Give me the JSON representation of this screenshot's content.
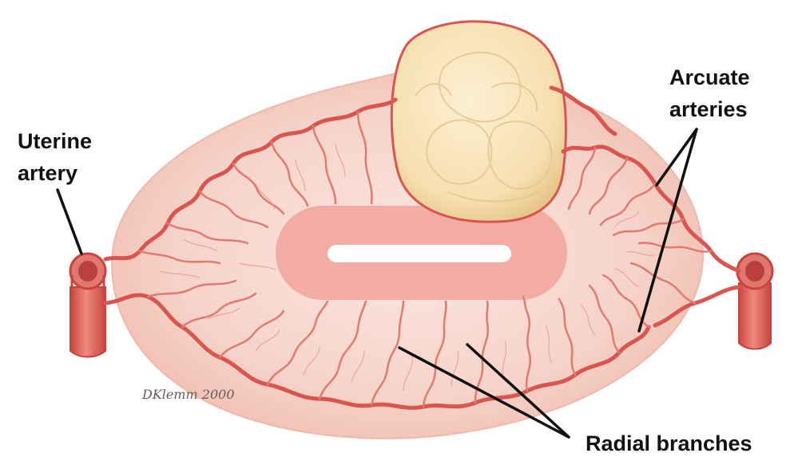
{
  "labels": {
    "uterine_artery_line1": "Uterine",
    "uterine_artery_line2": "artery",
    "arcuate_arteries_line1": "Arcuate",
    "arcuate_arteries_line2": "arteries",
    "radial_branches": "Radial branches"
  },
  "signature": "DKlemm 2000",
  "colors": {
    "tissue": "#f6d3c9",
    "tissue_edge": "#efb8aa",
    "vessel": "#d9554f",
    "vessel_light": "#e88076",
    "lumen_band": "#f2a39b",
    "lumen": "#ffffff",
    "fetus_fill": "#f7e2b8",
    "fetus_shade": "#e8c98d",
    "leader_line": "#111111"
  }
}
